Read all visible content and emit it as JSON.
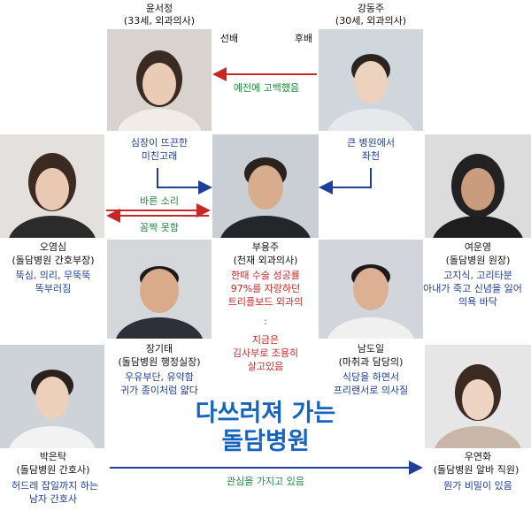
{
  "characters": {
    "yoon": {
      "name": "윤서정",
      "role": "(33세, 외과의사)"
    },
    "kang": {
      "name": "강동주",
      "role": "(30세, 외과의사)"
    },
    "oh": {
      "name": "오염심",
      "role": "(돌담병원 간호부장)",
      "desc": [
        "뚝심, 의리, 무뚝뚝",
        "똑부러짐"
      ]
    },
    "bu": {
      "name": "부용주",
      "role": "(천재 외과의사)",
      "desc": [
        "한때 수술 성공률",
        "97%를 자랑하던",
        "트리플보드 외과의",
        ":",
        "지금은",
        "김사부로 조용히",
        "살고있음"
      ]
    },
    "yeo": {
      "name": "여운영",
      "role": "(돌담병원 원장)",
      "desc": [
        "고지식, 고리타분",
        "아내가 죽고 신념을 잃어",
        "의욕 바닥"
      ]
    },
    "jang": {
      "name": "장기태",
      "role": "(돌담병원 행정실장)",
      "desc": [
        "우유부단, 유약함",
        "귀가 종이처럼 얇다"
      ]
    },
    "nam": {
      "name": "남도일",
      "role": "(마취과 담당의)",
      "desc": [
        "식당을 하면서",
        "프리랜서로 의사질"
      ]
    },
    "park": {
      "name": "박은탁",
      "role": "(돌담병원 간호사)",
      "desc": [
        "허드레 잡일까지 하는",
        "남자 간호사"
      ]
    },
    "woo": {
      "name": "우연화",
      "role": "(돌담병원 알바 직원)",
      "desc": [
        "뭔가 비밀이 있음"
      ]
    }
  },
  "relations": {
    "senior": "선배",
    "junior": "후배",
    "confessed": "예전에 고백했음",
    "yoon_to_bu": [
      "심장이 뜨끈한",
      "미친고래"
    ],
    "kang_to_bu": [
      "큰 병원에서",
      "좌천"
    ],
    "right_voice": "바른 소리",
    "speechless": "꼼짝 못함",
    "interest": "관심을 가지고 있음"
  },
  "main_title": [
    "다쓰러져 가는",
    "돌담병원"
  ],
  "colors": {
    "title": "#1565c0",
    "red": "#c62828",
    "blue": "#1f3f9a",
    "green": "#1e8a3a"
  }
}
